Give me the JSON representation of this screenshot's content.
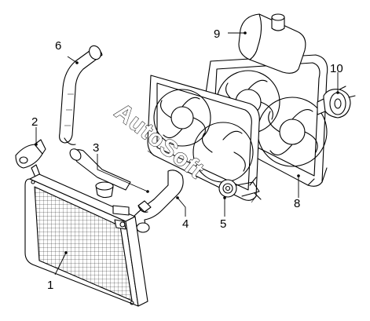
{
  "callouts": {
    "c1": "1",
    "c2": "2",
    "c3": "3",
    "c4": "4",
    "c5": "5",
    "c6": "6",
    "c8": "8",
    "c9": "9",
    "c10": "10"
  },
  "watermark": "AutoSoft"
}
